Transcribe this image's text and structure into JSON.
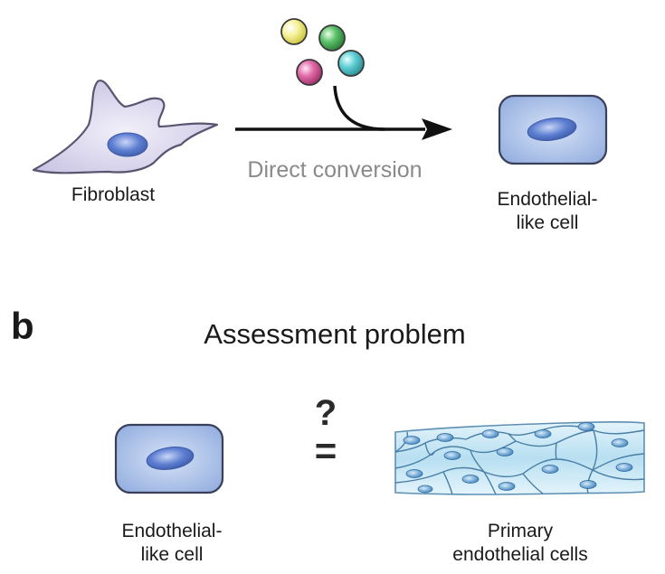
{
  "panel_a": {
    "fibroblast_label": "Fibroblast",
    "conversion_label": "Direct conversion",
    "endothelial_label_line1": "Endothelial-",
    "endothelial_label_line2": "like cell"
  },
  "panel_b": {
    "panel_letter": "b",
    "title": "Assessment problem",
    "question_mark": "?",
    "equals_sign": "=",
    "endothelial_label_line1": "Endothelial-",
    "endothelial_label_line2": "like cell",
    "primary_label_line1": "Primary",
    "primary_label_line2": "endothelial cells"
  },
  "colors": {
    "fibroblast_fill": "#d9d6ec",
    "cell_fill": "#a9bfe6",
    "nucleus": "#5d7ed1",
    "tissue_fill": "#bfe1f2",
    "tissue_nucleus": "#4f8fc4",
    "factor_colors": [
      "#f3ee85",
      "#5bc26a",
      "#e06aa8",
      "#5fd0d6"
    ],
    "conversion_text": "#8a8a8a"
  }
}
